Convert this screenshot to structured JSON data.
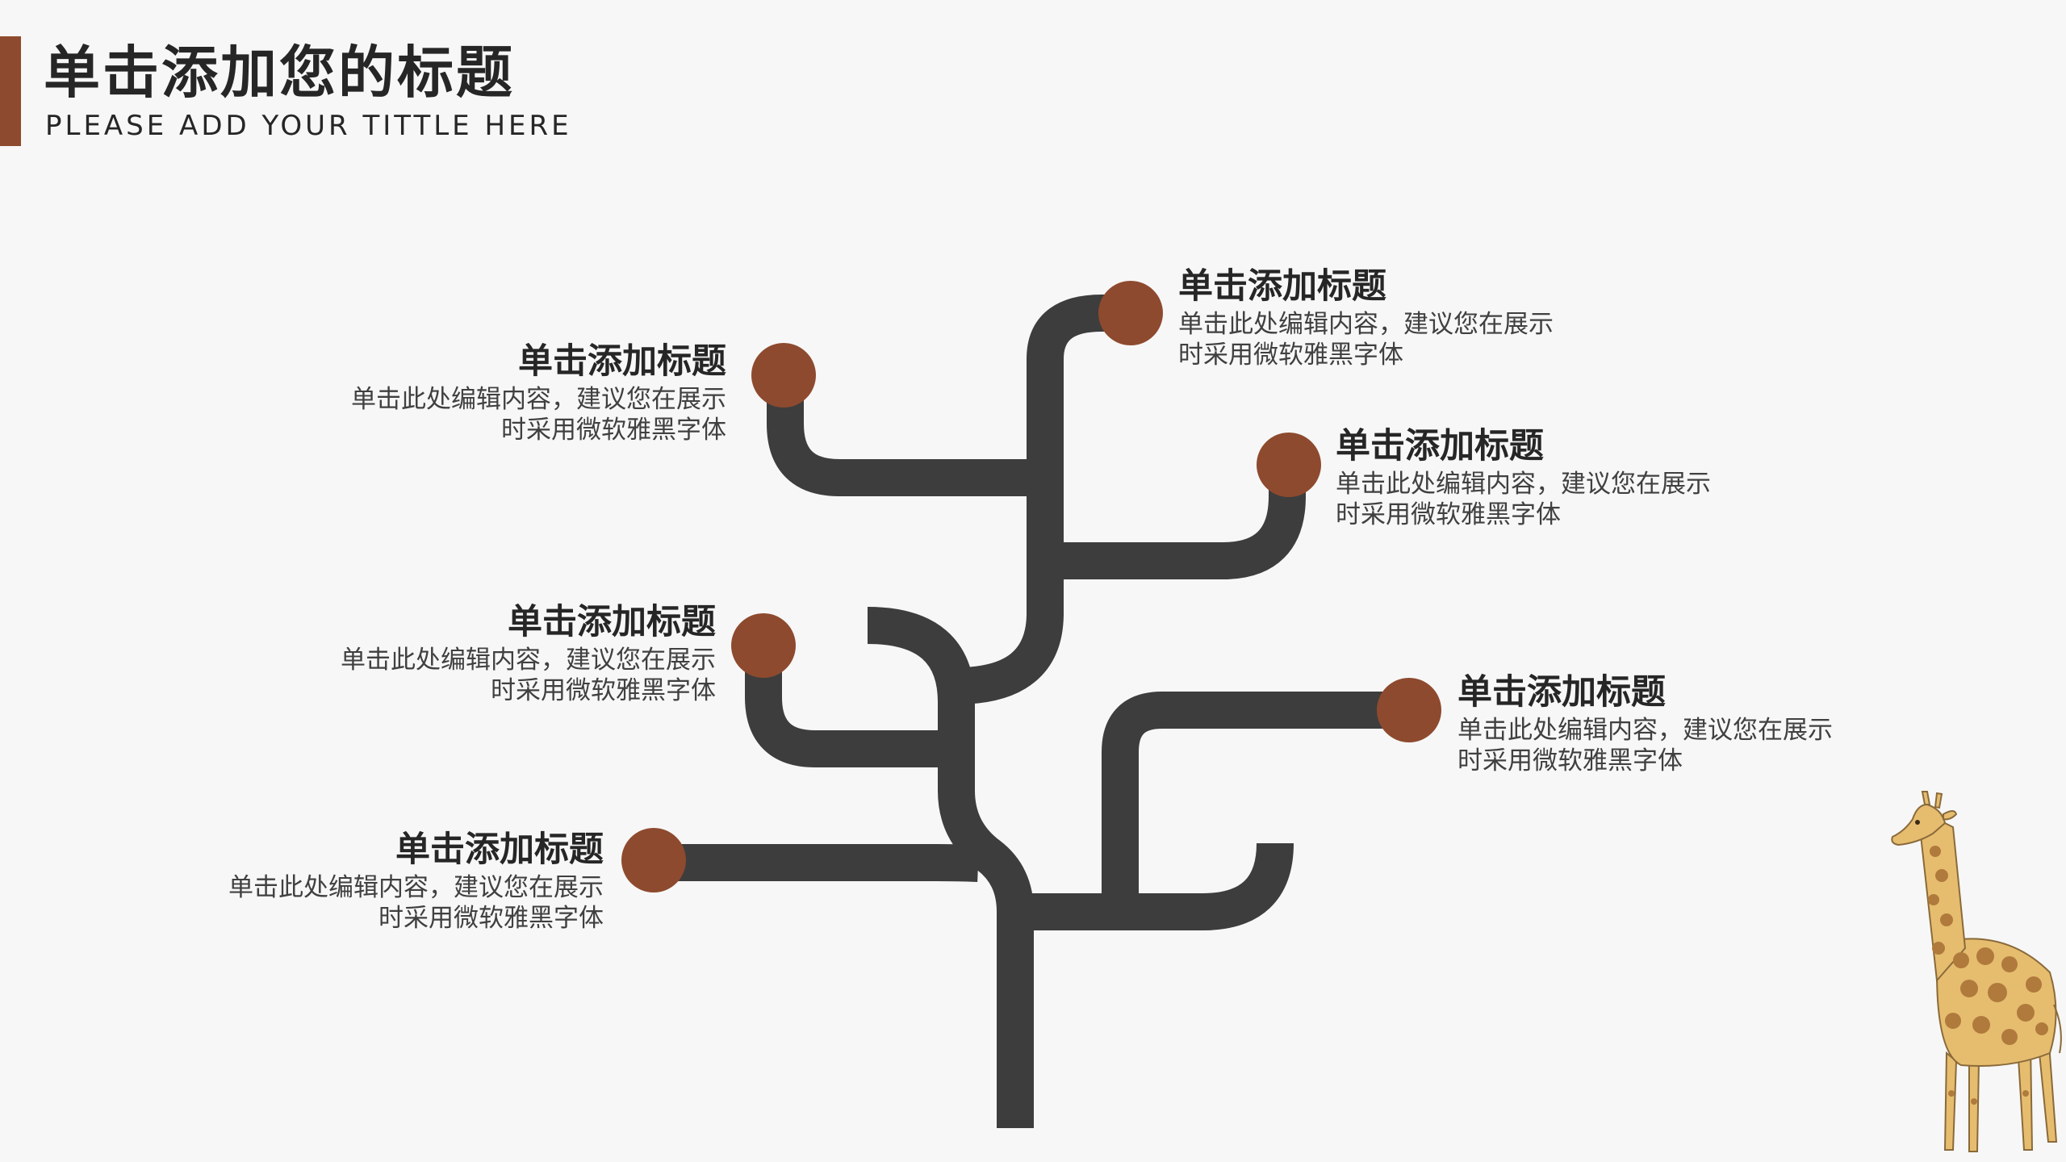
{
  "header": {
    "title": "单击添加您的标题",
    "subtitle": "PLEASE ADD YOUR TITTLE HERE"
  },
  "colors": {
    "accent": "#8e4a2e",
    "branch": "#3d3d3d",
    "node": "#8e4a2e",
    "background": "#f7f7f7"
  },
  "nodes": [
    {
      "title": "单击添加标题",
      "line1": "单击此处编辑内容，建议您在展示",
      "line2": "时采用微软雅黑字体"
    },
    {
      "title": "单击添加标题",
      "line1": "单击此处编辑内容，建议您在展示",
      "line2": "时采用微软雅黑字体"
    },
    {
      "title": "单击添加标题",
      "line1": "单击此处编辑内容，建议您在展示",
      "line2": "时采用微软雅黑字体"
    },
    {
      "title": "单击添加标题",
      "line1": "单击此处编辑内容，建议您在展示",
      "line2": "时采用微软雅黑字体"
    },
    {
      "title": "单击添加标题",
      "line1": "单击此处编辑内容，建议您在展示",
      "line2": "时采用微软雅黑字体"
    },
    {
      "title": "单击添加标题",
      "line1": "单击此处编辑内容，建议您在展示",
      "line2": "时采用微软雅黑字体"
    }
  ],
  "decoration": {
    "icon": "giraffe-icon"
  }
}
